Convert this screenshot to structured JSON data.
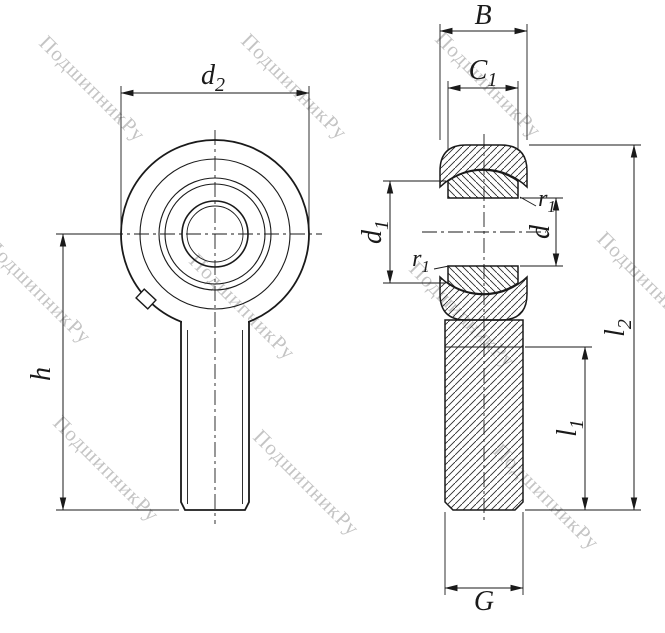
{
  "watermark": {
    "text": "ПодшипникРу"
  },
  "labels": {
    "d2": {
      "text": "d",
      "sub": "2"
    },
    "h": {
      "text": "h"
    },
    "B": {
      "text": "B"
    },
    "C1": {
      "text": "C",
      "sub": "1"
    },
    "d1": {
      "text": "d",
      "sub": "1"
    },
    "d": {
      "text": "d"
    },
    "r1_upper": {
      "text": "r",
      "sub": "1"
    },
    "r1_lower": {
      "text": "r",
      "sub": "1"
    },
    "l2": {
      "text": "l",
      "sub": "2"
    },
    "l1": {
      "text": "l",
      "sub": "1"
    },
    "G": {
      "text": "G"
    }
  },
  "colors": {
    "line": "#1a1a1a",
    "watermark": "#b6b6b6",
    "background": "#ffffff"
  }
}
